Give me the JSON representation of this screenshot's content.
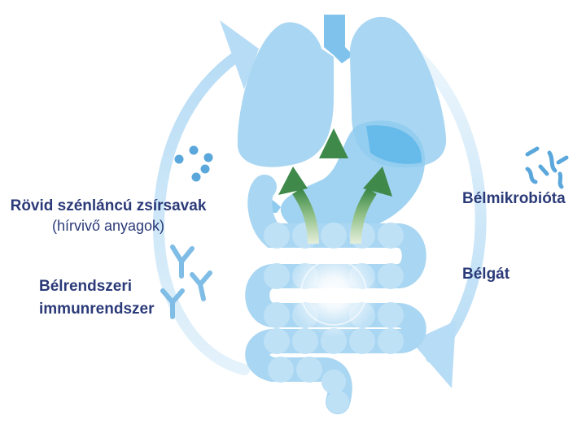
{
  "labels": {
    "scfa_title": "Rövid szénláncú zsírsavak",
    "scfa_subtitle": "(hírvivő anyagok)",
    "immune_line1": "Bélrendszeri",
    "immune_line2": "immunrendszer",
    "microbiota": "Bélmikrobióta",
    "gut": "Bélgát"
  },
  "colors": {
    "cycle_arrow": "#cfe6f7",
    "organ_light": "#a9d6f2",
    "organ_mid": "#8fcbef",
    "organ_deep": "#5cb7e8",
    "green_arrow": "#3f8a4a",
    "text": "#2b3a78",
    "dots": "#5aa7dc",
    "antibody": "#7fbde6"
  },
  "icons": [
    "lungs-icon",
    "stomach-icon",
    "intestine-icon",
    "upward-arrows-icon",
    "molecule-dots-icon",
    "antibody-icon",
    "bacteria-icon",
    "cycle-arrows-icon"
  ]
}
